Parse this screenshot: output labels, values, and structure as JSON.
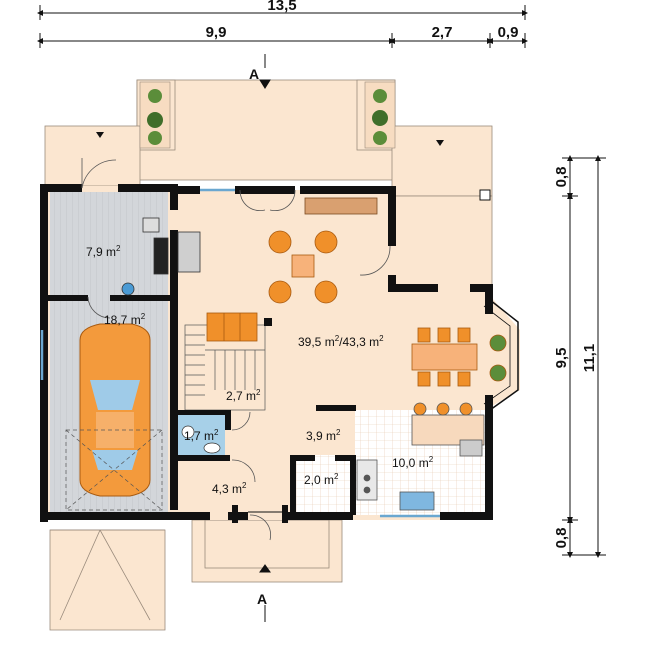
{
  "dimensions": {
    "top_total": "13,5",
    "top_left": "9,9",
    "top_mid": "2,7",
    "top_right": "0,9",
    "right_top": "0,8",
    "right_inner": "9,5",
    "right_total": "11,1",
    "right_bottom": "0,8"
  },
  "section_marks": {
    "top": "A",
    "bottom": "A"
  },
  "rooms": {
    "boiler": "7,9 m",
    "garage": "18,7 m",
    "living": "39,5 m",
    "living_alt": "/43,3 m",
    "stairs": "2,7 m",
    "wc": "1,7 m",
    "hall": "3,9 m",
    "vestibule": "4,3 m",
    "pantry": "2,0 m",
    "kitchen": "10,0 m"
  },
  "sup": "2",
  "colors": {
    "floor": "#fbe6d0",
    "wall": "#111111",
    "garage_floor": "#cfd3d8",
    "furniture": "#f0902a",
    "kitchen_tile": "#ffffff",
    "car": "#f39a3c"
  }
}
